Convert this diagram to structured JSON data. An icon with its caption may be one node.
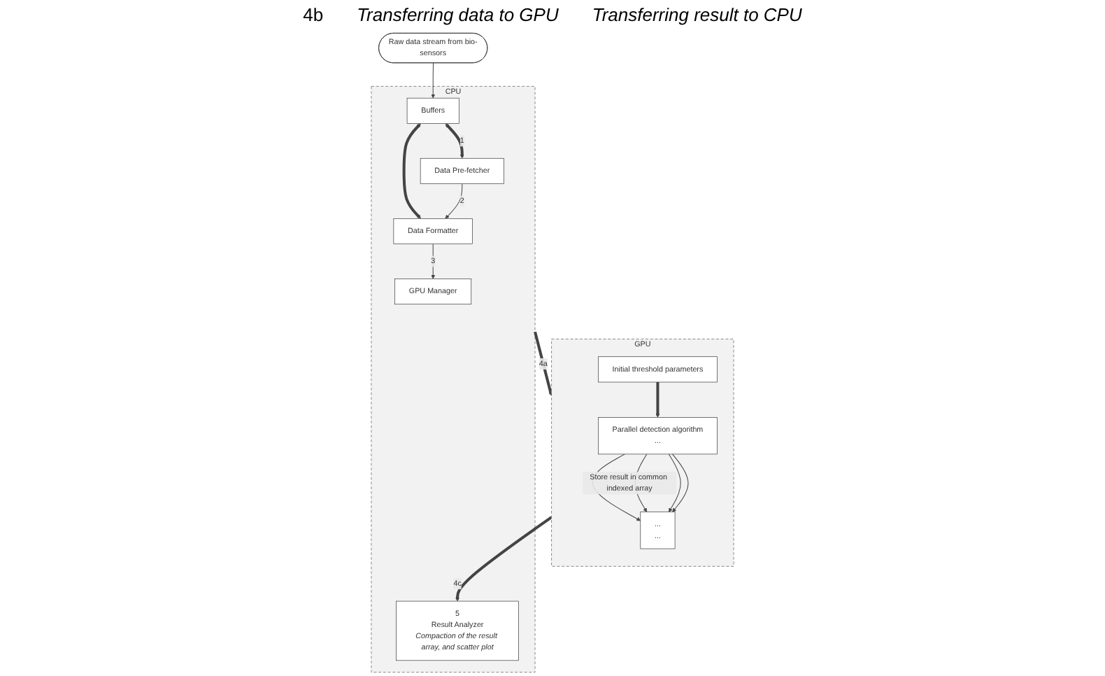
{
  "diagram": {
    "nodes": [
      {
        "text": [
          "Raw data stream from bio-sensors"
        ]
      },
      {
        "text": [
          "GPU"
        ]
      },
      {
        "text": [
          "Initial threshold parameters"
        ],
        "in": 1
      },
      {
        "text": [
          "Parallel detection algorithm",
          "..."
        ],
        "in": 1
      },
      {
        "text": [
          "...",
          "..."
        ],
        "in": 1
      },
      {
        "text": [
          "CPU"
        ]
      },
      {
        "text": [
          "GPU Manager"
        ],
        "in": 5
      },
      {
        "text": [
          "Buffers"
        ],
        "in": 5
      },
      {
        "text": [
          "Data Formatter"
        ],
        "in": 5
      },
      {
        "text": [
          "Data Pre-fetcher"
        ],
        "in": 5
      },
      {
        "text": [
          "5",
          "Result Analyzer",
          "Compaction of the result array, and scatter plot"
        ],
        "in": 5
      }
    ],
    "edges": [
      {
        "from": 0,
        "to": 7,
        "arrow": "to"
      },
      {
        "from": 5,
        "to": 1,
        "arrow": "to",
        "label": "4a",
        "style": "thick"
      },
      {
        "from": 2,
        "to": 3,
        "arrow": "to",
        "style": "thick"
      },
      {
        "from": 3,
        "to": 4,
        "arrow": "to"
      },
      {
        "from": 3,
        "to": 4,
        "arrow": "to",
        "label": "Store result in common indexed array"
      },
      {
        "from": 3,
        "to": 4,
        "arrow": "to"
      },
      {
        "from": 3,
        "to": 4,
        "arrow": "to"
      },
      {
        "from": 7,
        "to": 8,
        "arrow": "both",
        "style": "thick"
      },
      {
        "from": 7,
        "to": 9,
        "arrow": "both",
        "label": "1",
        "style": "thick"
      },
      {
        "from": 9,
        "to": 8,
        "arrow": "to",
        "label": "2"
      },
      {
        "from": 8,
        "to": 6,
        "arrow": "to",
        "label": "3"
      },
      {
        "from": 1,
        "to": 10,
        "arrow": "to",
        "label": "4c",
        "style": "thick"
      }
    ],
    "labels": [
      "4b",
      "Transferring data to GPU",
      "Transferring result to CPU"
    ]
  }
}
